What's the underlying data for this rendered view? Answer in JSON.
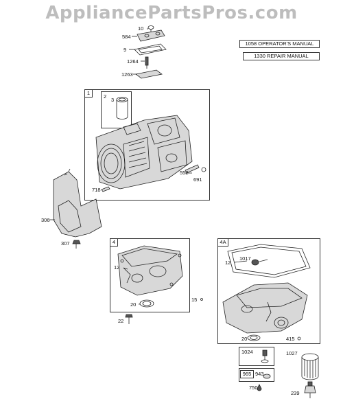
{
  "watermark": "AppliancePartsPros.com",
  "manuals": {
    "operators": "1058 OPERATOR'S MANUAL",
    "repair": "1330 REPAIR MANUAL"
  },
  "parts_top": {
    "p10": "10",
    "p584": "584",
    "p9": "9",
    "p1264": "1264",
    "p1263": "1263"
  },
  "group1": {
    "tag": "1",
    "p2": "2",
    "p3": "3",
    "p552": "552",
    "p691": "691",
    "p718": "718"
  },
  "shield": {
    "p306": "306",
    "p307": "307"
  },
  "group4": {
    "tag": "4",
    "p12": "12",
    "p20": "20",
    "p15": "15",
    "p22": "22"
  },
  "group4a": {
    "tag": "4A",
    "p12": "12",
    "p1017": "1017",
    "p20": "20",
    "p415": "415"
  },
  "bottom": {
    "p1024": "1024",
    "p1027": "1027",
    "p965": "965",
    "p943": "943",
    "p239": "239",
    "p750": "750"
  }
}
